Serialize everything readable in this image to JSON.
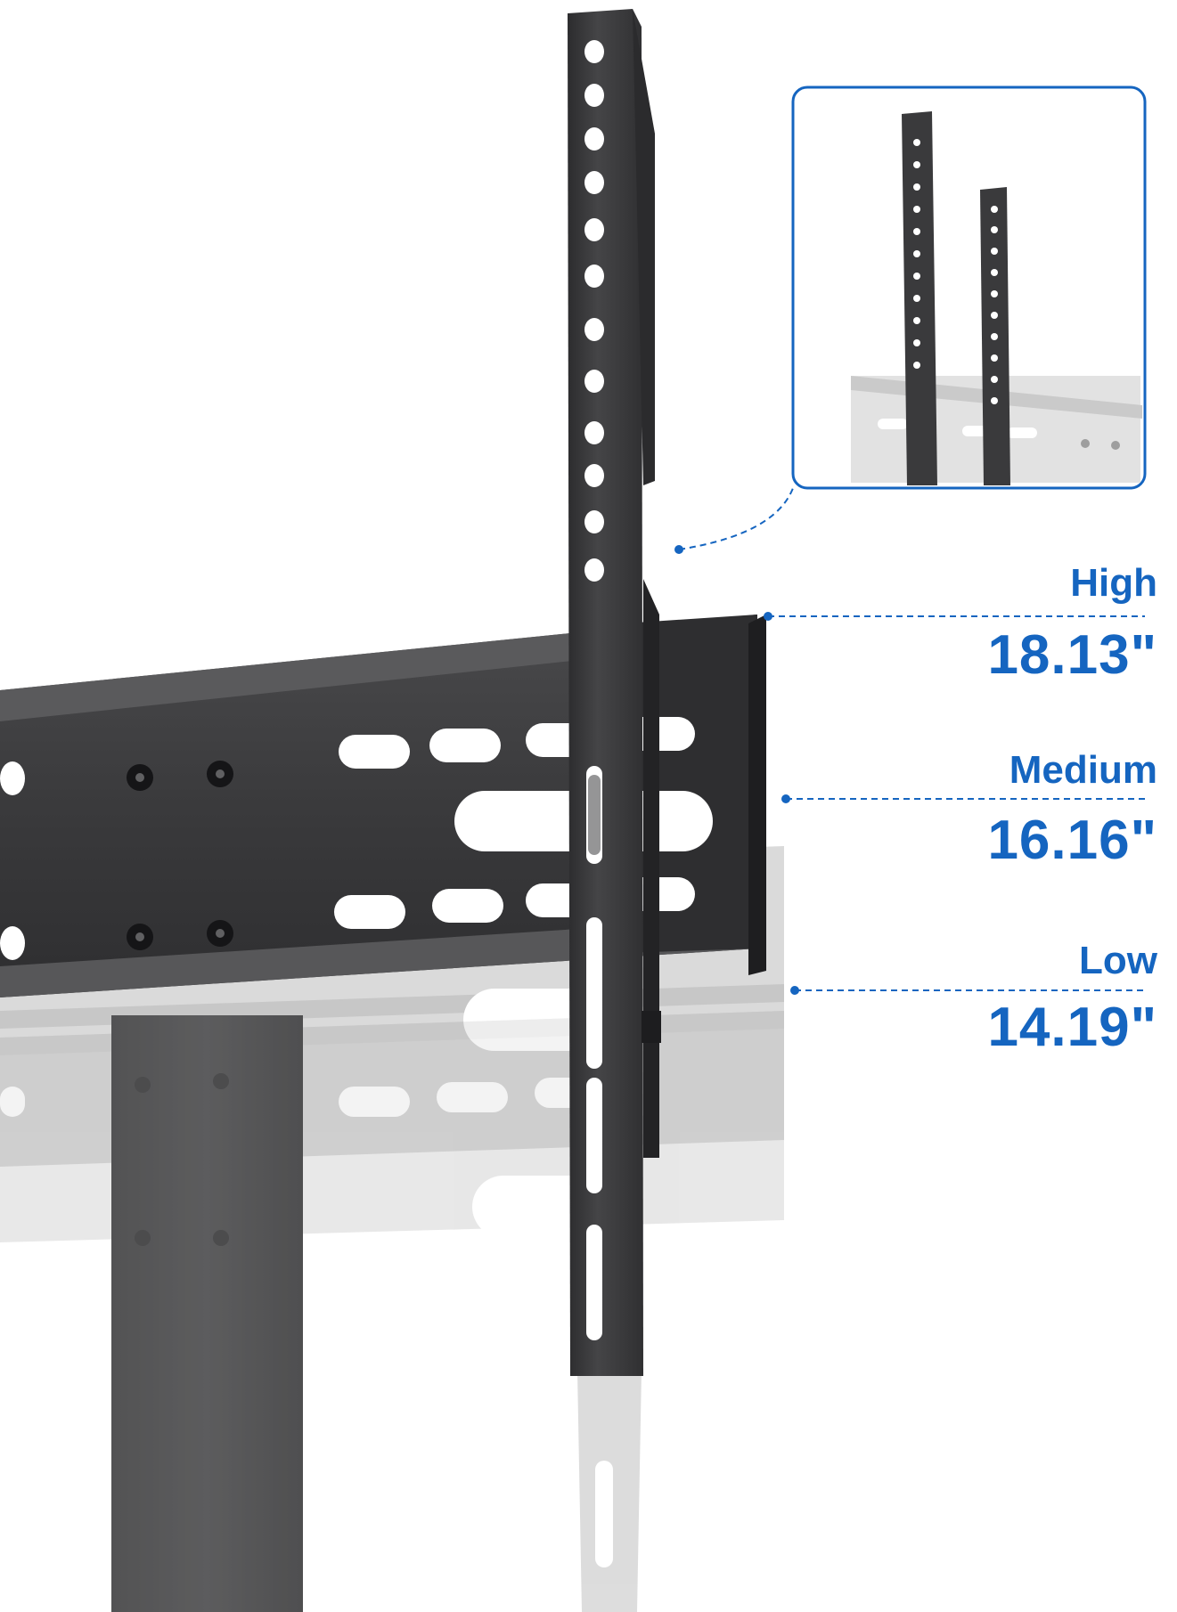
{
  "product_photo": {
    "accent_color": "#1565c0",
    "bracket_color": "#3c3c3e",
    "ghost_color": "#c9c9c9"
  },
  "heights": [
    {
      "name": "High",
      "value": "18.13\""
    },
    {
      "name": "Medium",
      "value": "16.16\""
    },
    {
      "name": "Low",
      "value": "14.19\""
    }
  ],
  "inset": {
    "icon": "bracket-adjustment-closeup"
  }
}
